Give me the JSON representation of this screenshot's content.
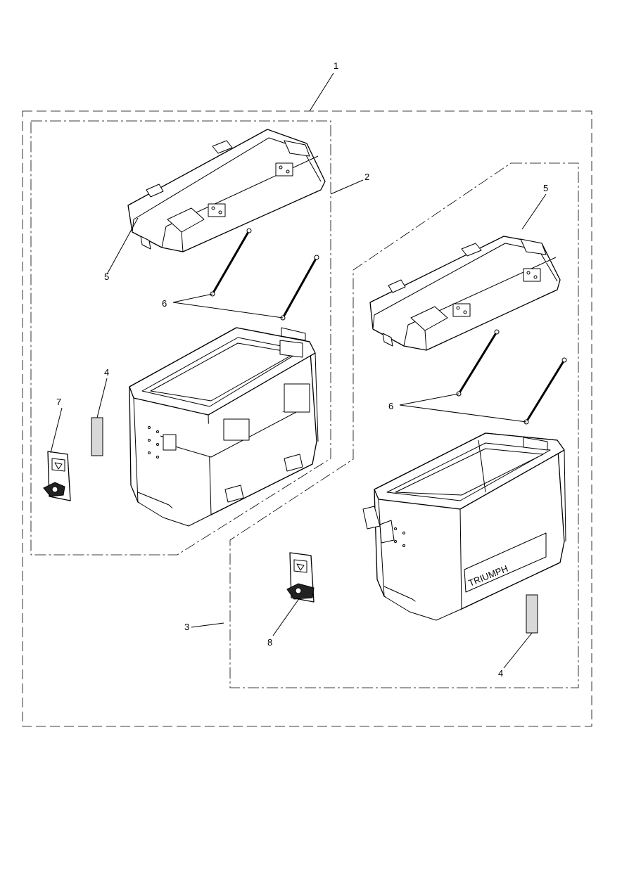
{
  "callouts": {
    "c1": "1",
    "c2": "2",
    "c3": "3",
    "c4a": "4",
    "c4b": "4",
    "c5a": "5",
    "c5b": "5",
    "c6a": "6",
    "c6b": "6",
    "c7": "7",
    "c8": "8"
  },
  "brand_text": "TRIUMPH",
  "colors": {
    "line": "#000000",
    "background": "#ffffff"
  }
}
